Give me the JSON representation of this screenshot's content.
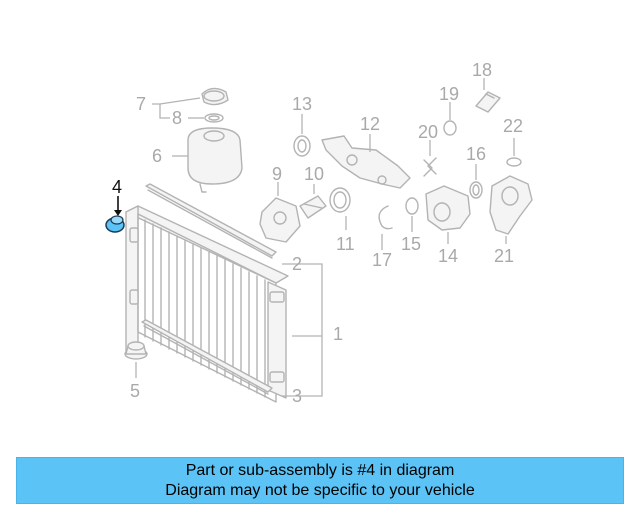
{
  "diagram": {
    "labels": {
      "p1": "1",
      "p2": "2",
      "p3": "3",
      "p4": "4",
      "p5": "5",
      "p6": "6",
      "p7": "7",
      "p8": "8",
      "p9": "9",
      "p10": "10",
      "p11": "11",
      "p12": "12",
      "p13": "13",
      "p14": "14",
      "p15": "15",
      "p16": "16",
      "p17": "17",
      "p18": "18",
      "p19": "19",
      "p20": "20",
      "p21": "21",
      "p22": "22"
    },
    "highlight_part": "4",
    "colors": {
      "highlight": "#5bc3f5",
      "line": "#b3b3b3",
      "label": "#a9a9a9"
    }
  },
  "banner": {
    "line1": "Part or sub-assembly is #4 in diagram",
    "line2": "Diagram may not be specific to your vehicle",
    "background": "#5bc3f5"
  }
}
